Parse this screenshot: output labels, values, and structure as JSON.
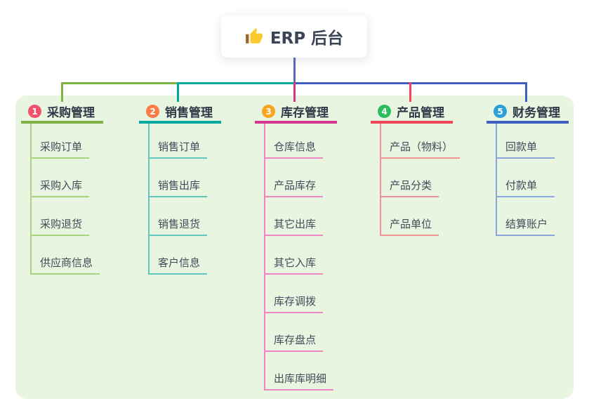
{
  "root": {
    "title": "ERP 后台",
    "icon": "thumbs-up-icon",
    "connector_color": "#5c6bc0"
  },
  "canvas": {
    "background": "#e8f5e1"
  },
  "branches": [
    {
      "number": "1",
      "title": "采购管理",
      "badge_color": "#f4526b",
      "line_color": "#7cb342",
      "child_line_color": "#a9d37f",
      "children": [
        "采购订单",
        "采购入库",
        "采购退货",
        "供应商信息"
      ]
    },
    {
      "number": "2",
      "title": "销售管理",
      "badge_color": "#fb7c44",
      "line_color": "#00a99d",
      "child_line_color": "#63c6bd",
      "children": [
        "销售订单",
        "销售出库",
        "销售退货",
        "客户信息"
      ]
    },
    {
      "number": "3",
      "title": "库存管理",
      "badge_color": "#f9a61f",
      "line_color": "#d4368e",
      "child_line_color": "#ef86c3",
      "children": [
        "仓库信息",
        "产品库存",
        "其它出库",
        "其它入库",
        "库存调拨",
        "库存盘点",
        "出库库明细"
      ]
    },
    {
      "number": "4",
      "title": "产品管理",
      "badge_color": "#2cbd60",
      "line_color": "#f4455c",
      "child_line_color": "#f79196",
      "children": [
        "产品（物料）",
        "产品分类",
        "产品单位"
      ]
    },
    {
      "number": "5",
      "title": "财务管理",
      "badge_color": "#2da0d8",
      "line_color": "#3f5ec1",
      "child_line_color": "#8ba6dd",
      "children": [
        "回款单",
        "付款单",
        "结算账户"
      ]
    }
  ]
}
